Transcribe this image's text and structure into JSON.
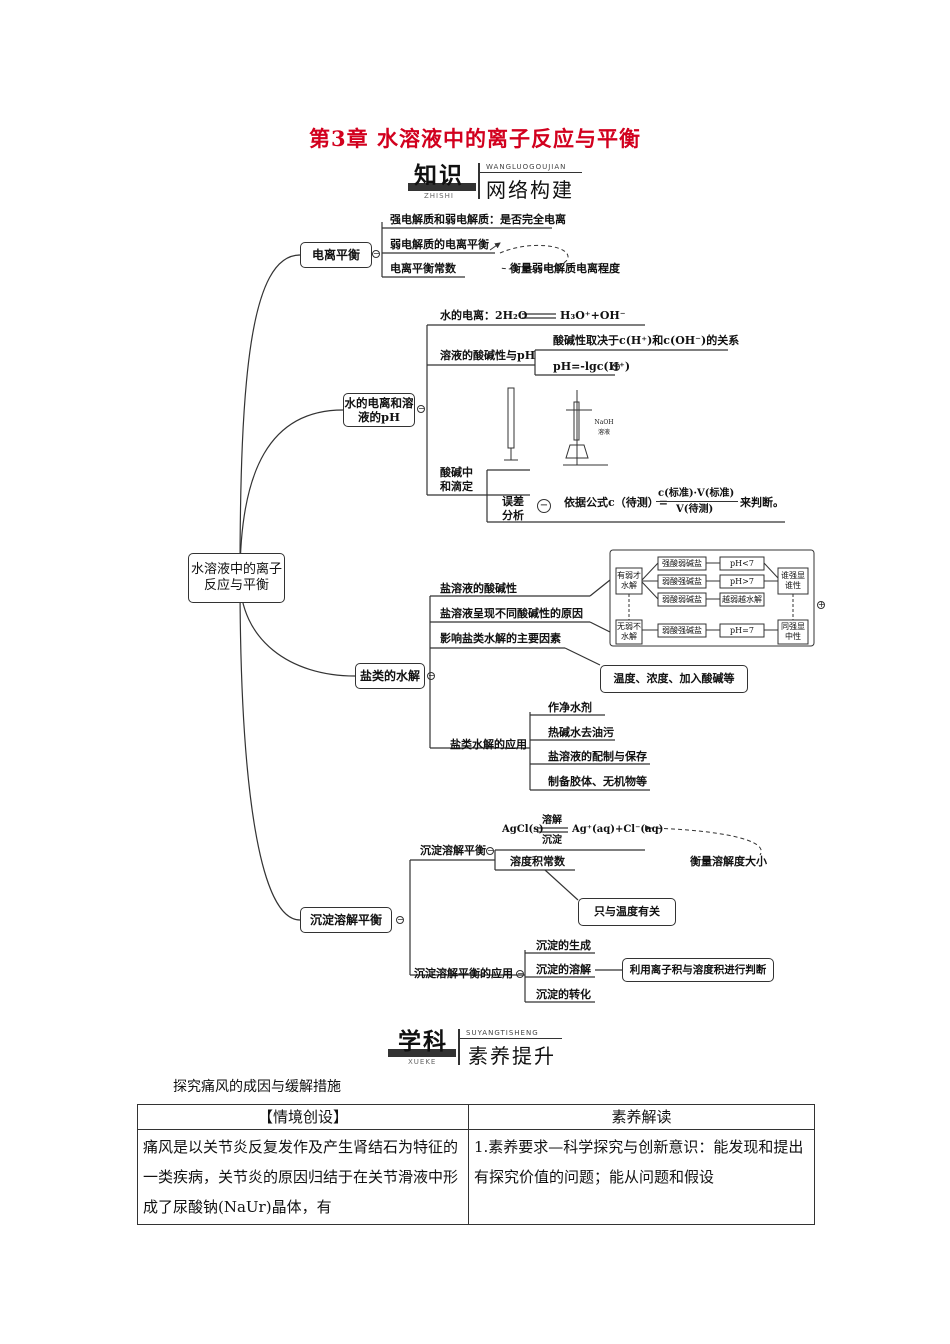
{
  "title": "第3章  水溶液中的离子反应与平衡",
  "network_header": {
    "big": "知识",
    "small_top": "WANGLUOGOUJIAN",
    "small_bottom": "ZHISHI",
    "sub": "网络构建"
  },
  "mindmap": {
    "root": "水溶液中的离子反应与平衡",
    "ionization": {
      "label": "电离平衡",
      "items": [
        "强电解质和弱电解质：是否完全电离",
        "弱电解质的电离平衡",
        "电离平衡常数"
      ],
      "note": "衡量弱电解质电离程度"
    },
    "water": {
      "label": "水的电离和溶液的pH",
      "water_ion": "水的电离：2H₂O",
      "water_ion_products": "H₃O⁺+OH⁻",
      "ph_label": "溶液的酸碱性与pH",
      "ph_items": [
        "酸碱性取决于c(H⁺)和c(OH⁻)的关系",
        "pH=-lgc(H⁺)"
      ],
      "titration_label": "酸碱中和滴定",
      "titration_apparatus_label": "NaOH溶液",
      "error_label": "误差分析",
      "error_formula_lead": "依据公式c（待测）=",
      "error_formula_num": "c(标准)·V(标准)",
      "error_formula_den": "V(待测)",
      "error_formula_tail": "来判断。"
    },
    "hydrolysis": {
      "label": "盐类的水解",
      "items": [
        "盐溶液的酸碱性",
        "盐溶液呈现不同酸碱性的原因",
        "影响盐类水解的主要因素"
      ],
      "factors": "温度、浓度、加入酸碱等",
      "apps_label": "盐类水解的应用",
      "apps": [
        "作净水剂",
        "热碱水去油污",
        "盐溶液的配制与保存",
        "制备胶体、无机物等"
      ],
      "rule": {
        "has_weak": "有弱才水解",
        "no_weak": "无弱不水解",
        "salts": [
          "强酸弱碱盐",
          "弱酸强碱盐",
          "弱酸弱碱盐",
          "弱酸强碱盐"
        ],
        "results": [
          "pH<7",
          "pH>7",
          "越弱越水解",
          "pH=7"
        ],
        "who_strong": "谁强显谁性",
        "same_strong": "同强显中性"
      }
    },
    "precipitation": {
      "label": "沉淀溶解平衡",
      "eq_label": "沉淀溶解平衡",
      "eq_left": "AgCl(s)",
      "eq_top": "溶解",
      "eq_bottom": "沉淀",
      "eq_right": "Ag⁺(aq)+Cl⁻(aq)",
      "note": "衡量溶解度大小",
      "ksp": "溶度积常数",
      "ksp_note": "只与温度有关",
      "apps_label": "沉淀溶解平衡的应用",
      "apps": [
        "沉淀的生成",
        "沉淀的溶解",
        "沉淀的转化"
      ],
      "apps_note": "利用离子积与溶度积进行判断"
    }
  },
  "literacy_header": {
    "big": "学科",
    "small_top": "SUYANGTISHENG",
    "small_bottom": "XUEKE",
    "sub": "素养提升"
  },
  "intro": "探究痛风的成因与缓解措施",
  "table": {
    "headers": [
      "【情境创设】",
      "素养解读"
    ],
    "left": "痛风是以关节炎反复发作及产生肾结石为特征的一类疾病，关节炎的原因归结于在关节滑液中形成了尿酸钠(NaUr)晶体，有",
    "right": "1.素养要求—科学探究与创新意识：能发现和提出有探究价值的问题；能从问题和假设"
  }
}
